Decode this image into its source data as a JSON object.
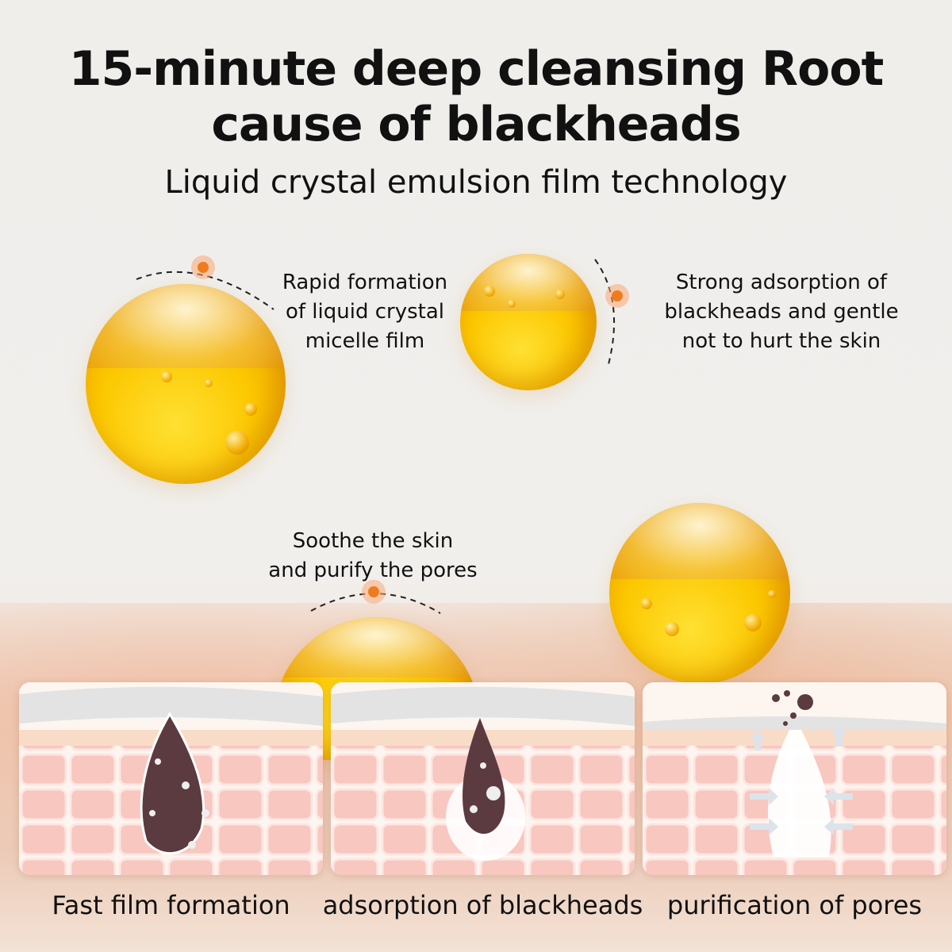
{
  "title": {
    "line1": "15-minute deep cleansing Root",
    "line2": "cause of blackheads"
  },
  "subtitle": "Liquid crystal emulsion film technology",
  "features": [
    {
      "lines": [
        "Rapid formation",
        "of liquid crystal",
        "micelle film"
      ]
    },
    {
      "lines": [
        "Strong adsorption of",
        "blackheads and gentle",
        "not to hurt the skin"
      ]
    },
    {
      "lines": [
        "Soothe the skin",
        "and purify the pores"
      ]
    }
  ],
  "steps": [
    {
      "caption": "Fast film formation"
    },
    {
      "caption": "adsorption of blackheads"
    },
    {
      "caption": "purification of pores"
    }
  ],
  "colors": {
    "accent": "#f07b1e",
    "droplet": "#fcc800",
    "skin": "#f4b8b0",
    "blackhead": "#5b3b3f"
  }
}
